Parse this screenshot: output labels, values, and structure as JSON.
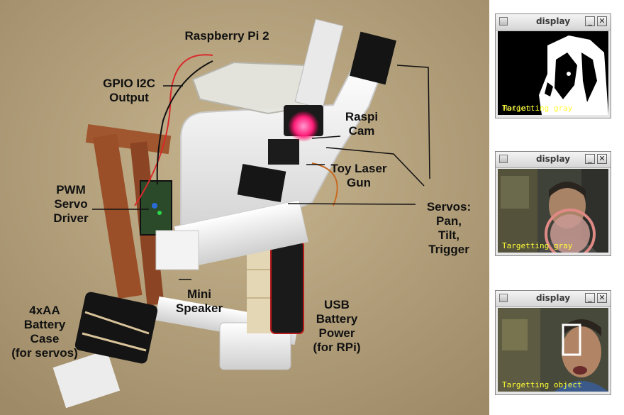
{
  "photo": {
    "labels": {
      "raspberry_pi": "Raspberry Pi 2",
      "gpio": "GPIO I2C\nOutput",
      "raspi_cam": "Raspi\nCam",
      "toy_laser": "Toy Laser\nGun",
      "pwm": "PWM\nServo\nDriver",
      "servos": "Servos:\nPan,\nTilt,\nTrigger",
      "mini_speaker": "Mini\nSpeaker",
      "usb_battery": "USB\nBattery\nPower\n(for RPi)",
      "battery_case": "4xAA\nBattery\nCase\n(for servos)"
    }
  },
  "windows": [
    {
      "title": "display",
      "status": "Targetting gray",
      "status_overlay": "Motion"
    },
    {
      "title": "display",
      "status": "Targetting gray",
      "status_overlay": ""
    },
    {
      "title": "display",
      "status": "Targetting object",
      "status_overlay": ""
    }
  ],
  "icons": {
    "minimize": "minimize-icon",
    "close": "close-icon",
    "menu": "window-menu-icon"
  },
  "colors": {
    "status_text": "#ffff33",
    "carpet": "#b8a47f",
    "pipe": "#efefef",
    "wood": "#a0562e"
  }
}
